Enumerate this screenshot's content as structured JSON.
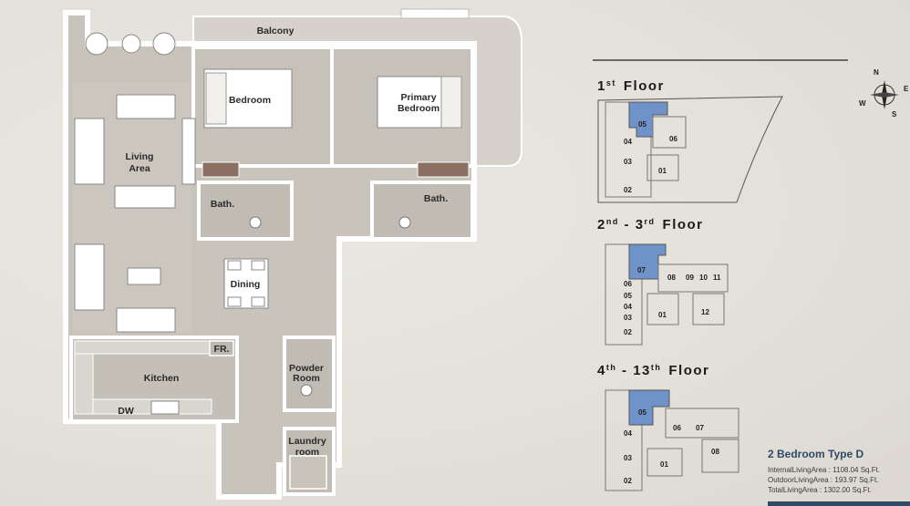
{
  "rooms": {
    "balcony": "Balcony",
    "bedroom": "Bedroom",
    "primary_bedroom_l1": "Primary",
    "primary_bedroom_l2": "Bedroom",
    "living_l1": "Living",
    "living_l2": "Area",
    "bath_left": "Bath.",
    "bath_right": "Bath.",
    "dining": "Dining",
    "fridge": "FR.",
    "kitchen": "Kitchen",
    "dishwasher": "DW",
    "powder_l1": "Powder",
    "powder_l2": "Room",
    "laundry_l1": "Laundry",
    "laundry_l2": "room"
  },
  "compass": {
    "n": "N",
    "e": "E",
    "s": "S",
    "w": "W"
  },
  "floors": [
    {
      "num": "1",
      "sup": "st",
      "suffix": "Floor",
      "units": [
        "05",
        "04",
        "06",
        "03",
        "01",
        "02"
      ]
    },
    {
      "pre": "2",
      "pre_sup": "nd",
      "dash": " - ",
      "num": "3",
      "sup": "rd",
      "suffix": "Floor",
      "units": [
        "07",
        "08",
        "09",
        "10",
        "11",
        "06",
        "05",
        "04",
        "03",
        "01",
        "12",
        "02"
      ]
    },
    {
      "pre": "4",
      "pre_sup": "th",
      "dash": " - ",
      "num": "13",
      "sup": "th",
      "suffix": "Floor",
      "units": [
        "05",
        "04",
        "06",
        "07",
        "08",
        "03",
        "01",
        "02"
      ]
    }
  ],
  "unit_info": {
    "title": "2 Bedroom Type D",
    "internal": "InternalLivingArea : 1108.04 Sq.Ft.",
    "outdoor": "OutdoorLivingArea : 193.97 Sq.Ft.",
    "total": "TotalLivingArea : 1302.00 Sq.Ft."
  },
  "colors": {
    "highlight": "#6f93c9",
    "wall": "#ffffff",
    "floor": "#c9c4bc"
  }
}
